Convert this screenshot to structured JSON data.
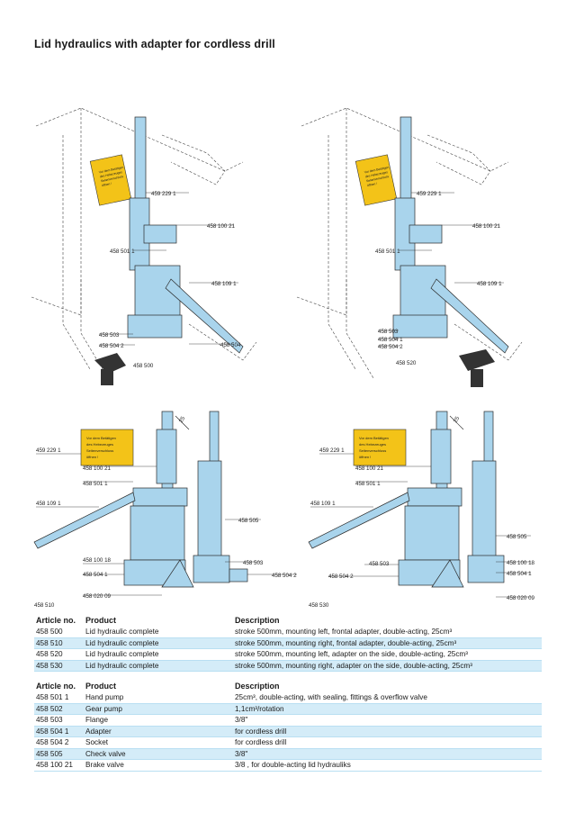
{
  "title": "Lid hydraulics with adapter for cordless drill",
  "figures": [
    {
      "id": "458 500",
      "sign_text": [
        "Vor dem Betätigen",
        "des Hebezeuges",
        "Seitenverschluss",
        "öffnen !"
      ],
      "labels": [
        "459 229 1",
        "458 100 21",
        "458 501 1",
        "458 109 1",
        "458 503",
        "458 504 2",
        "458 504"
      ]
    },
    {
      "id": "458 520",
      "sign_text": [
        "Vor dem Betätigen",
        "des Hebezeuges",
        "Seitenverschluss",
        "öffnen !"
      ],
      "labels": [
        "459 229 1",
        "458 100 21",
        "458 501 1",
        "458 109 1",
        "458 503",
        "458 504 1",
        "458 504 2"
      ]
    },
    {
      "id": "458 510",
      "sign_text": [
        "Vor dem Betätigen",
        "des Hebezeuges",
        "Seitenverschluss",
        "öffnen !"
      ],
      "dimension": "25",
      "labels": [
        "459 229 1",
        "458 100 21",
        "458 501 1",
        "458 109 1",
        "458 505",
        "458 503",
        "458 504 2",
        "458 100 18",
        "458 504 1",
        "458 020 09"
      ]
    },
    {
      "id": "458 530",
      "sign_text": [
        "Vor dem Betätigen",
        "des Hebezeuges",
        "Seitenverschluss",
        "öffnen !"
      ],
      "dimension": "25",
      "labels": [
        "459 229 1",
        "458 100 21",
        "458 501 1",
        "458 109 1",
        "458 505",
        "458 503",
        "458 100 18",
        "458 504 2",
        "458 504 1",
        "458 020 09"
      ]
    }
  ],
  "table1": {
    "headers": [
      "Article no.",
      "Product",
      "Description"
    ],
    "rows": [
      [
        "458 500",
        "Lid hydraulic complete",
        "stroke 500mm, mounting left, frontal adapter, double-acting, 25cm³"
      ],
      [
        "458 510",
        "Lid hydraulic complete",
        "stroke 500mm, mounting right, frontal adapter, double-acting, 25cm³"
      ],
      [
        "458 520",
        "Lid hydraulic complete",
        "stroke 500mm, mounting left, adapter on the side, double-acting, 25cm³"
      ],
      [
        "458 530",
        "Lid hydraulic complete",
        "stroke 500mm, mounting right, adapter on the side, double-acting, 25cm³"
      ]
    ]
  },
  "table2": {
    "headers": [
      "Article no.",
      "Product",
      "Description"
    ],
    "rows": [
      [
        "458 501 1",
        "Hand pump",
        "25cm³, double-acting, with sealing, fittings & overflow valve"
      ],
      [
        "458 502",
        "Gear pump",
        "1,1cm³/rotation"
      ],
      [
        "458 503",
        "Flange",
        "3/8\""
      ],
      [
        "458 504 1",
        "Adapter",
        "for cordless drill"
      ],
      [
        "458 504 2",
        "Socket",
        "for cordless drill"
      ],
      [
        "458 505",
        "Check valve",
        "3/8\""
      ],
      [
        "458 100 21",
        "Brake valve",
        "3/8 , for double-acting lid hydrauliks"
      ]
    ]
  },
  "colors": {
    "machine_fill": "#a9d4ec",
    "machine_stroke": "#2a2a2a",
    "sign_fill": "#f3c318",
    "table_stripe": "#d4ecf8"
  }
}
